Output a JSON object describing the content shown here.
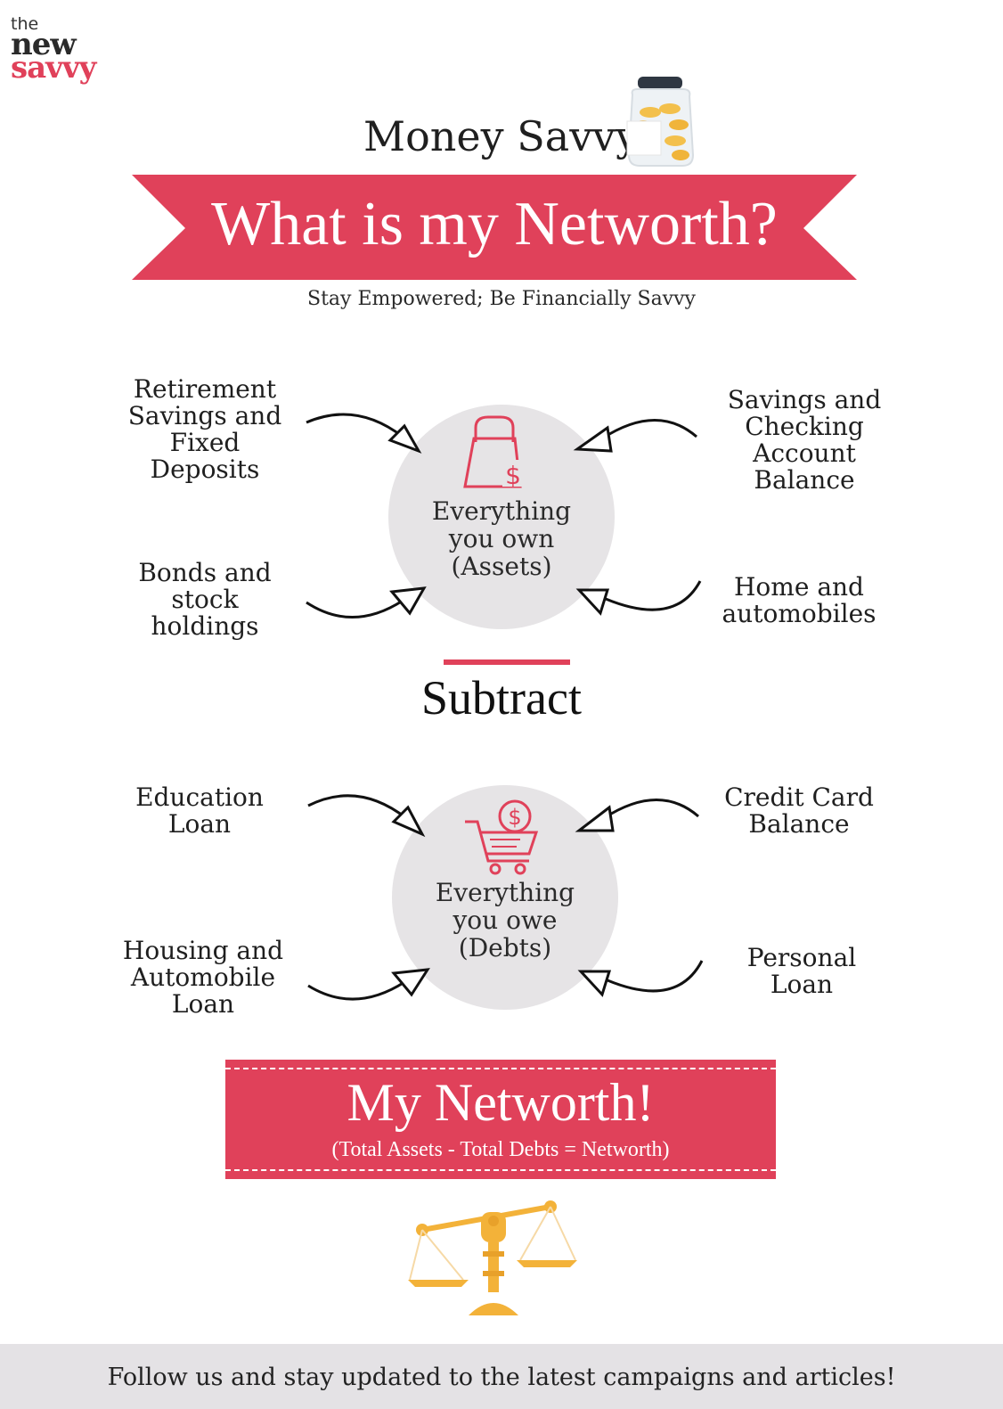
{
  "brand": {
    "the": "the",
    "new": "new",
    "savvy": "savvy",
    "accent_color": "#e0415a"
  },
  "header": {
    "kicker": "Money Savvy",
    "title": "What is my Networth?",
    "tagline": "Stay Empowered; Be Financially Savvy"
  },
  "assets": {
    "center": [
      "Everything",
      "you own",
      "(Assets)"
    ],
    "icon": "shopping-bag-dollar-icon",
    "items": {
      "top_left": [
        "Retirement",
        "Savings and",
        "Fixed",
        "Deposits"
      ],
      "bottom_left": [
        "Bonds and",
        "stock",
        "holdings"
      ],
      "top_right": [
        "Savings and",
        "Checking",
        "Account",
        "Balance"
      ],
      "bottom_right": [
        "Home and",
        "automobiles"
      ]
    }
  },
  "operation": "Subtract",
  "debts": {
    "center": [
      "Everything",
      "you owe",
      "(Debts)"
    ],
    "icon": "shopping-cart-dollar-icon",
    "items": {
      "top_left": [
        "Education",
        "Loan"
      ],
      "bottom_left": [
        "Housing and",
        "Automobile",
        "Loan"
      ],
      "top_right": [
        "Credit Card",
        "Balance"
      ],
      "bottom_right": [
        "Personal",
        "Loan"
      ]
    }
  },
  "result": {
    "title": "My Networth!",
    "formula": "(Total Assets - Total Debts = Networth)"
  },
  "footer": {
    "text": "Follow us and stay updated to the latest campaigns and articles!"
  },
  "colors": {
    "accent": "#e0415a",
    "circle": "#e6e4e6",
    "footer": "#e4e2e5",
    "gold": "#f3b239"
  }
}
